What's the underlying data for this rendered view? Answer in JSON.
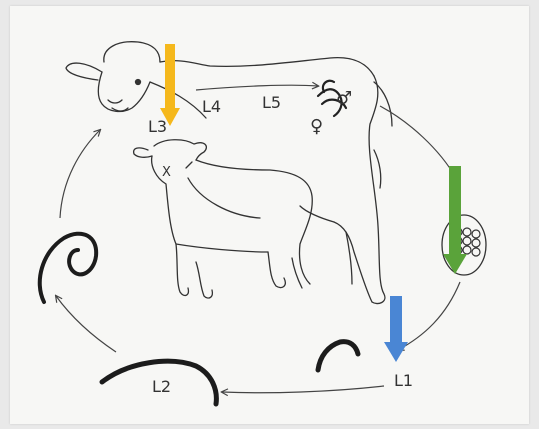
{
  "labels": {
    "l3": "L3",
    "l4": "L4",
    "l5": "L5",
    "l1": "L1",
    "l2": "L2",
    "x": "X"
  },
  "symbols": {
    "male": "♂",
    "female": "♀"
  },
  "colors": {
    "paper": "#f7f7f5",
    "ink": "#333333",
    "yellow_arrow": "#f5b81c",
    "green_arrow": "#5aa33a",
    "blue_arrow": "#4a86d4"
  }
}
